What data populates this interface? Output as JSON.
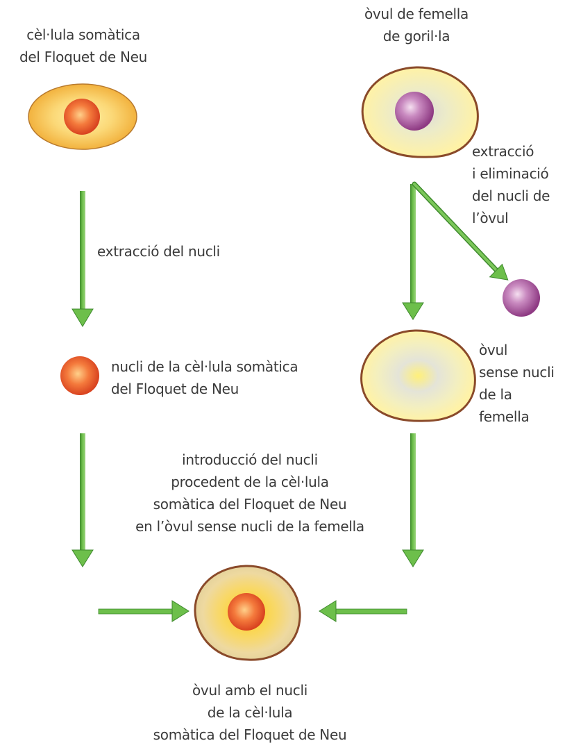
{
  "labels": {
    "somatic_cell": "cèl·lula somàtica\ndel Floquet de Neu",
    "gorilla_egg": "òvul de femella\nde goril·la",
    "nucleus_extraction": "extracció del nucli",
    "extraction_elimination": "extracció\ni eliminació\ndel nucli de\nl’òvul",
    "somatic_nucleus": "nucli de la cèl·lula somàtica\ndel Floquet de Neu",
    "enucleated_egg": "òvul\nsense nucli\nde la\nfemella",
    "introduction": "introducció del nucli\nprocedent de la cèl·lula\nsomàtica del Floquet de Neu\nen l’òvul sense nucli de la femella",
    "result_egg": "òvul amb el nucli\nde la cèl·lula\nsomàtica del Floquet de Neu"
  },
  "colors": {
    "arrow": "#6dbf4b",
    "arrow_dark": "#3f8a2e",
    "nucleus": "#e8552a",
    "egg_nucleus": "#a5488f",
    "cell_fill": "#f6c85a",
    "cell_outline": "#8a4a2a"
  }
}
